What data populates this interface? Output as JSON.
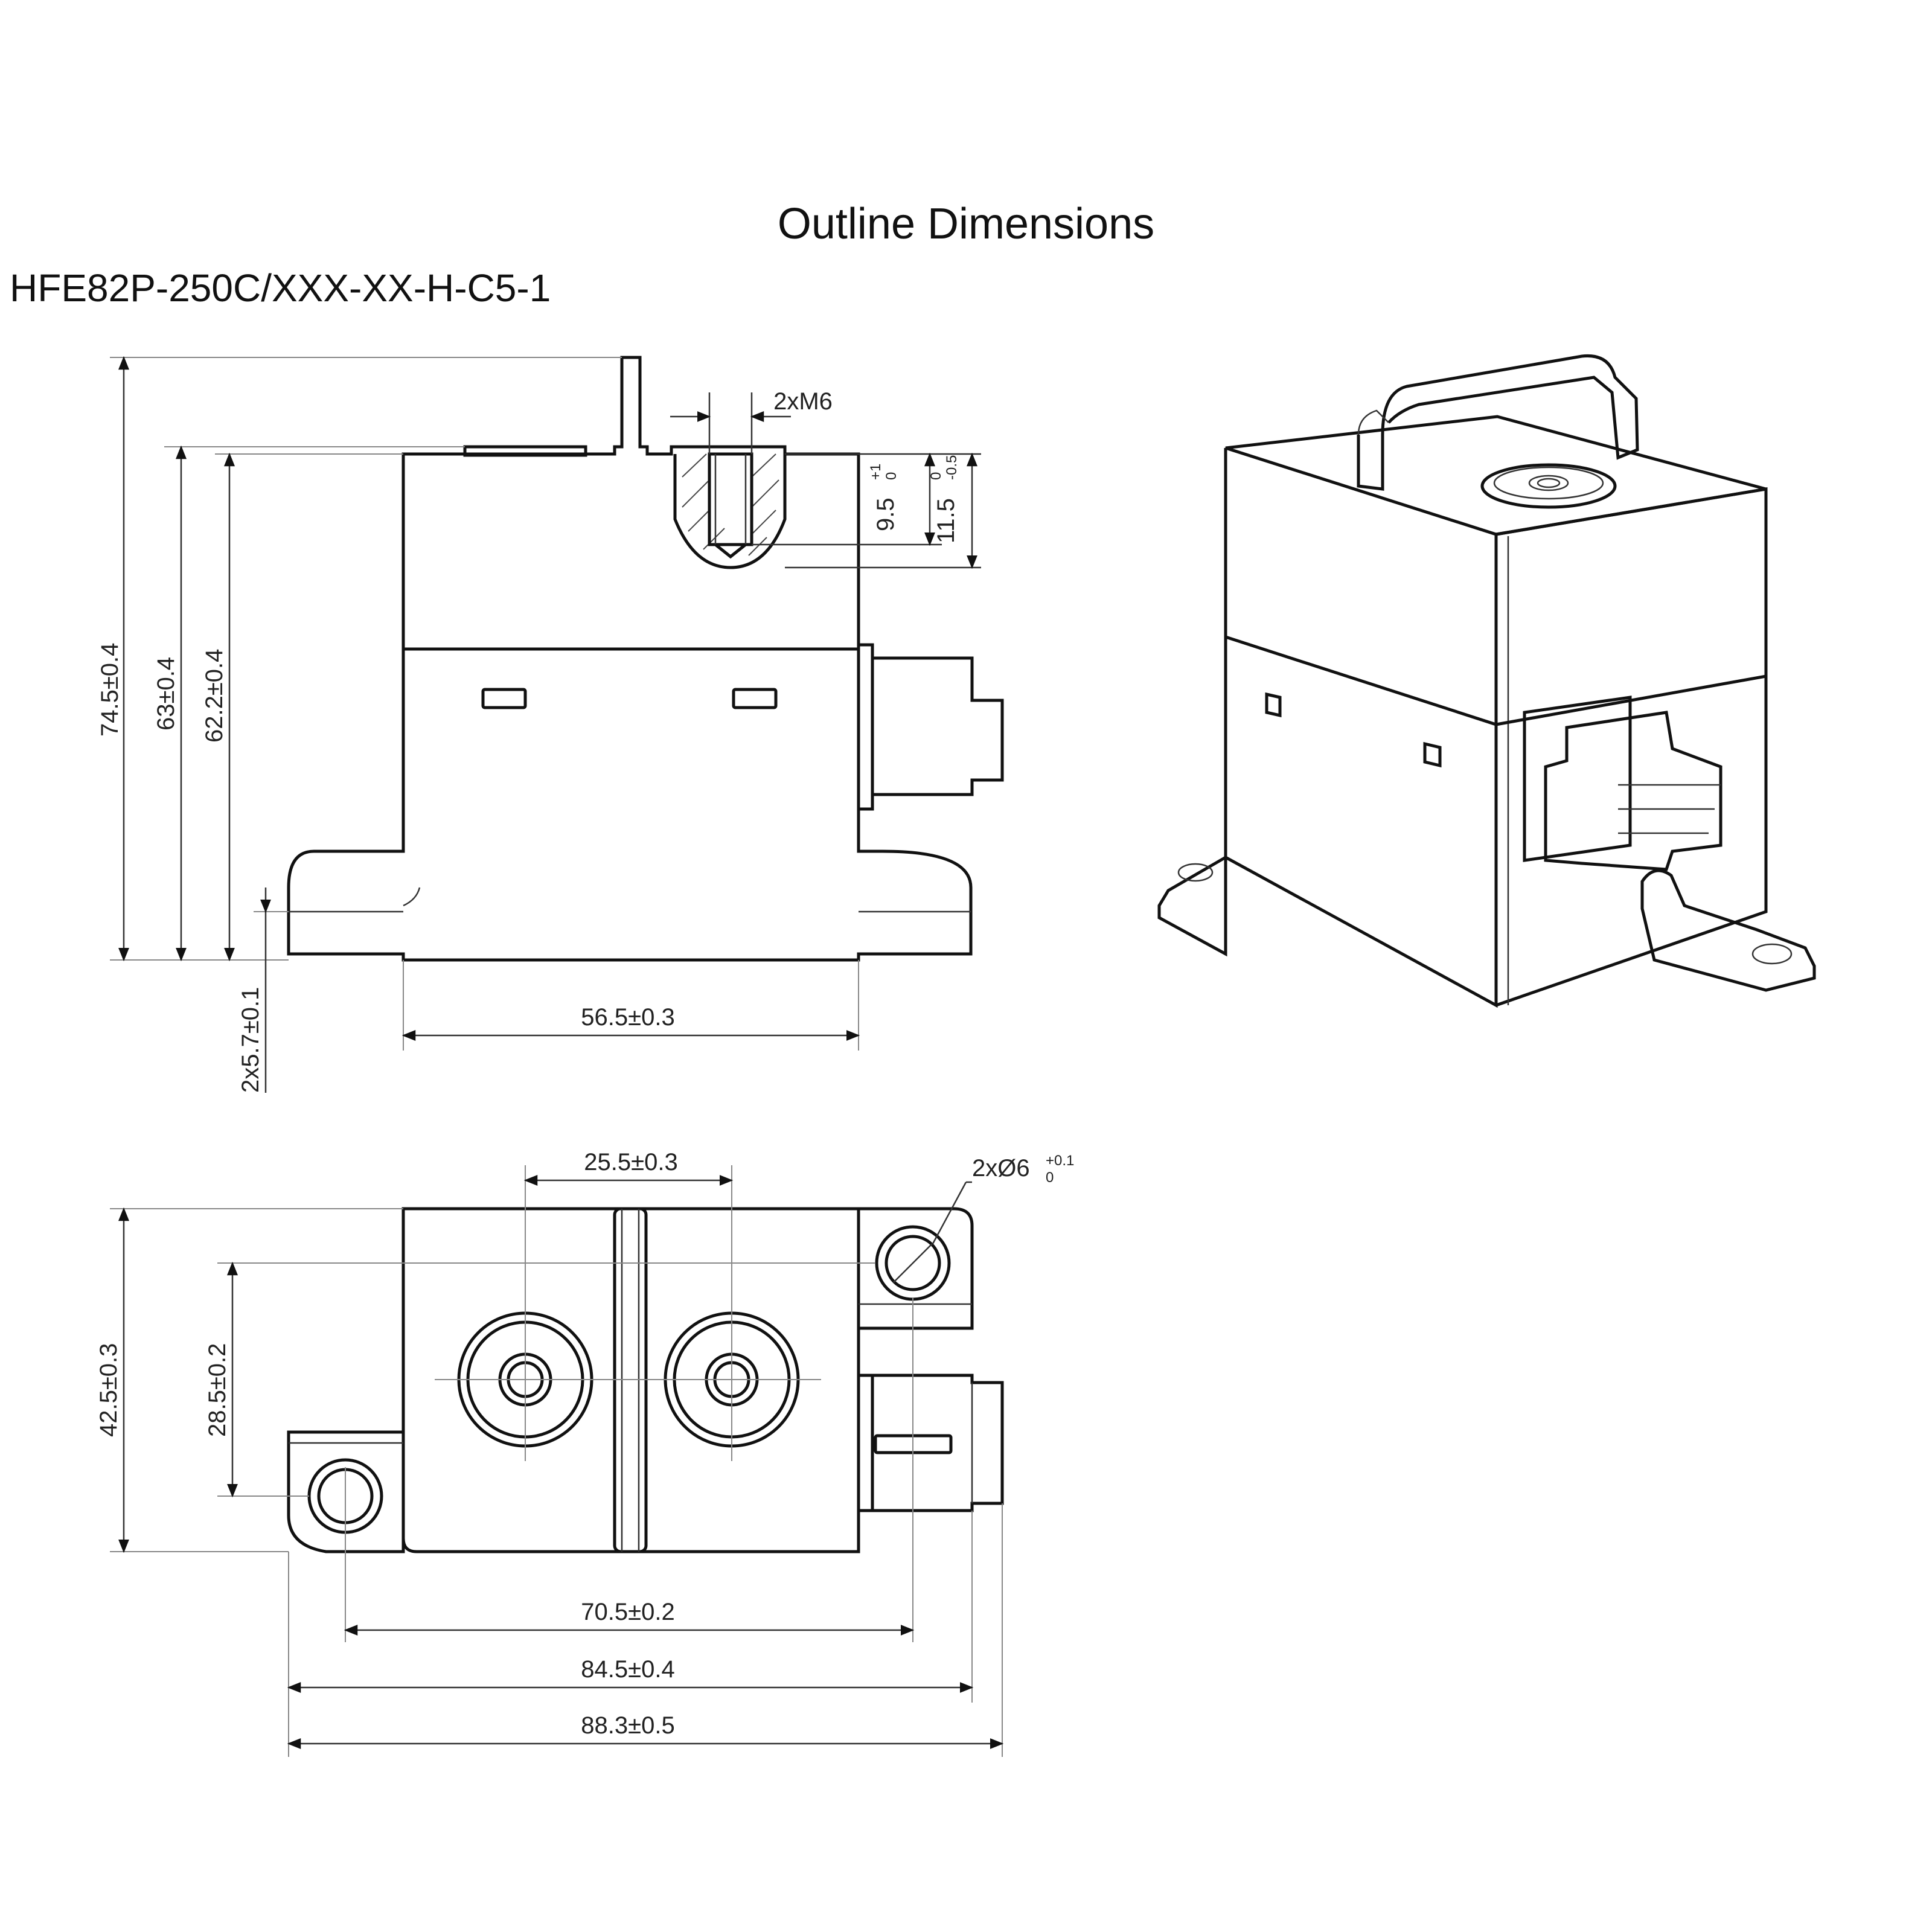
{
  "header": {
    "title": "Outline Dimensions",
    "model": "HFE82P-250C/XXX-XX-H-C5-1"
  },
  "front_view": {
    "thread_label": "2xM6",
    "dim_height_total": "74.5±0.4",
    "dim_height_body": "63±0.4",
    "dim_height_flange": "62.2±0.4",
    "dim_flange_thickness": "2x5.7±0.1",
    "dim_width": "56.5±0.3",
    "dim_thread_depth": "9.5",
    "dim_thread_depth_tol_upper": "+1",
    "dim_thread_depth_tol_lower": "0",
    "dim_boss_depth": "11.5",
    "dim_boss_depth_tol_upper": "0",
    "dim_boss_depth_tol_lower": "-0.5"
  },
  "top_view": {
    "dim_terminal_pitch": "25.5±0.3",
    "hole_label": "2xØ6",
    "hole_tol_upper": "+0.1",
    "hole_tol_lower": "0",
    "dim_depth_total": "42.5±0.3",
    "dim_hole_offset": "28.5±0.2",
    "dim_hole_pitch": "70.5±0.2",
    "dim_flange_length": "84.5±0.4",
    "dim_overall_length": "88.3±0.5"
  }
}
